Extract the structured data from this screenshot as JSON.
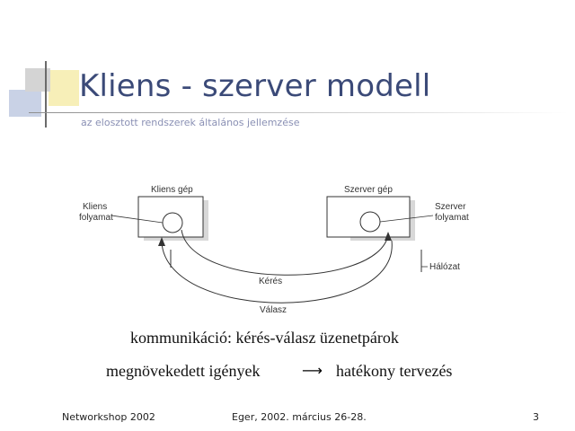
{
  "slide": {
    "title": "Kliens - szerver modell",
    "subtitle": "az elosztott rendszerek általános jellemzése"
  },
  "diagram": {
    "client_machine_label": "Kliens gép",
    "server_machine_label": "Szerver gép",
    "client_process_label": [
      "Kliens",
      "folyamat"
    ],
    "server_process_label": [
      "Szerver",
      "folyamat"
    ],
    "network_label": "Hálózat",
    "request_label": "Kérés",
    "response_label": "Válasz"
  },
  "body": {
    "line1": "kommunikáció: kérés-válasz üzenetpárok",
    "line2_left": "megnövekedett igények",
    "line2_arrow": "⟶",
    "line2_right": "hatékony tervezés"
  },
  "footer": {
    "left": "Networkshop 2002",
    "center": "Eger, 2002. március 26-28.",
    "right": "3"
  },
  "colors": {
    "title": "#3b4a78",
    "subtitle": "#8a90b4",
    "deco_blue": "#c9d2e6",
    "deco_yellow": "#f7efb8"
  }
}
